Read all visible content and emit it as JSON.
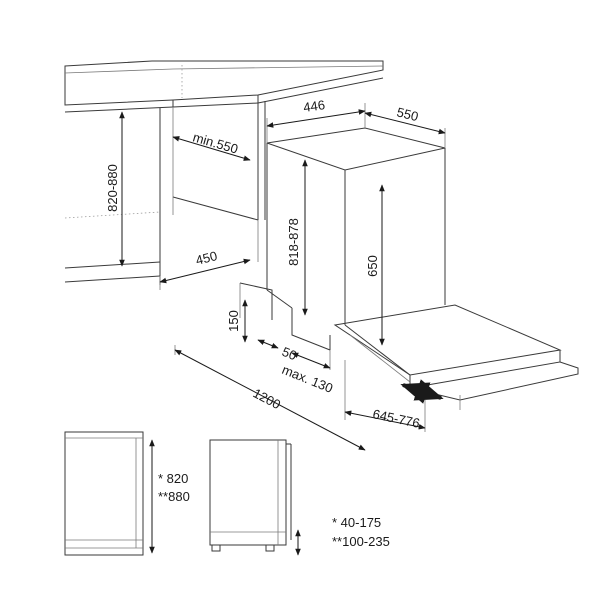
{
  "dimensions": {
    "top_width": "446",
    "top_depth": "550",
    "niche_min_depth": "min.550",
    "niche_height": "820-880",
    "appliance_height": "818-878",
    "door_height": "650",
    "niche_width": "450",
    "plinth_height": "150",
    "plinth_setback": "50",
    "plinth_max_depth": "max. 130",
    "door_clearance": "1200",
    "door_swing": "645-776"
  },
  "front_views": {
    "height_820": "* 820",
    "height_880": "**880"
  },
  "footnotes": {
    "note_single": "*  40-175",
    "note_double": "**100-235"
  }
}
